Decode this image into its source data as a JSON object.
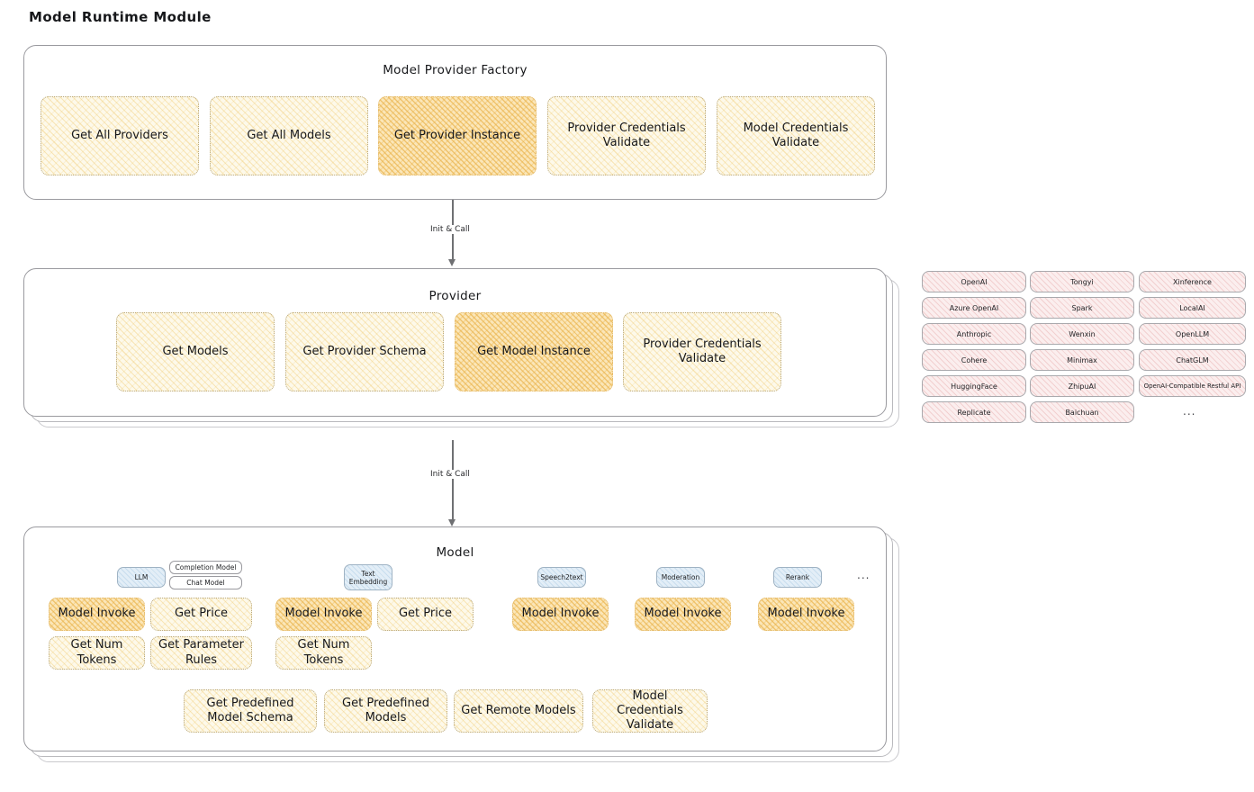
{
  "page": {
    "title": "Model Runtime Module"
  },
  "factory": {
    "title": "Model Provider Factory",
    "nodes": [
      {
        "label": "Get All Providers",
        "strong": false
      },
      {
        "label": "Get All Models",
        "strong": false
      },
      {
        "label": "Get Provider Instance",
        "strong": true
      },
      {
        "label": "Provider Credentials Validate",
        "strong": false
      },
      {
        "label": "Model Credentials Validate",
        "strong": false
      }
    ]
  },
  "connector_1": {
    "label": "Init & Call"
  },
  "provider": {
    "title": "Provider",
    "nodes": [
      {
        "label": "Get Models",
        "strong": false
      },
      {
        "label": "Get Provider Schema",
        "strong": false
      },
      {
        "label": "Get Model Instance",
        "strong": true
      },
      {
        "label": "Provider Credentials Validate",
        "strong": false
      }
    ]
  },
  "connector_2": {
    "label": "Init & Call"
  },
  "provider_list": {
    "ellipsis": "...",
    "columns": [
      {
        "items": [
          "OpenAI",
          "Azure OpenAI",
          "Anthropic",
          "Cohere",
          "HuggingFace",
          "Replicate"
        ]
      },
      {
        "items": [
          "Tongyi",
          "Spark",
          "Wenxin",
          "Minimax",
          "ZhipuAI",
          "Baichuan"
        ]
      },
      {
        "items": [
          "Xinference",
          "LocalAI",
          "OpenLLM",
          "ChatGLM",
          "OpenAI-Compatible Restful API"
        ]
      }
    ]
  },
  "model": {
    "title": "Model",
    "ellipsis": "...",
    "types": [
      {
        "name": "LLM",
        "sub_chips": [
          "Completion Model",
          "Chat Model"
        ],
        "nodes": [
          {
            "label": "Model Invoke",
            "strong": true
          },
          {
            "label": "Get Price",
            "strong": false
          },
          {
            "label": "Get Num Tokens",
            "strong": false
          },
          {
            "label": "Get Parameter Rules",
            "strong": false
          }
        ]
      },
      {
        "name": "Text Embedding",
        "sub_chips": [],
        "nodes": [
          {
            "label": "Model Invoke",
            "strong": true
          },
          {
            "label": "Get Price",
            "strong": false
          },
          {
            "label": "Get Num Tokens",
            "strong": false
          }
        ]
      },
      {
        "name": "Speech2text",
        "sub_chips": [],
        "nodes": [
          {
            "label": "Model Invoke",
            "strong": true
          }
        ]
      },
      {
        "name": "Moderation",
        "sub_chips": [],
        "nodes": [
          {
            "label": "Model Invoke",
            "strong": true
          }
        ]
      },
      {
        "name": "Rerank",
        "sub_chips": [],
        "nodes": [
          {
            "label": "Model Invoke",
            "strong": true
          }
        ]
      }
    ],
    "common_nodes": [
      {
        "label": "Get Predefined Model Schema"
      },
      {
        "label": "Get Predefined Models"
      },
      {
        "label": "Get Remote Models"
      },
      {
        "label": "Model Credentials Validate"
      }
    ]
  }
}
